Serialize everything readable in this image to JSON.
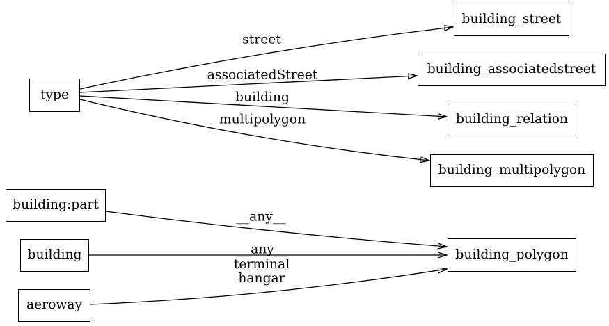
{
  "diagram": {
    "type": "directed-graph",
    "colors": {
      "background": "#ffffff",
      "node_border": "#000000",
      "edge_stroke": "#000000",
      "text": "#000000"
    }
  },
  "nodes": {
    "type": "type",
    "building_street": "building_street",
    "building_associatedstreet": "building_associatedstreet",
    "building_relation": "building_relation",
    "building_multipolygon": "building_multipolygon",
    "building_part": "building:part",
    "building": "building",
    "aeroway": "aeroway",
    "building_polygon": "building_polygon"
  },
  "edge_labels": {
    "street": "street",
    "associatedstreet": "associatedStreet",
    "building": "building",
    "multipolygon": "multipolygon",
    "any_from_building_part": "__any__",
    "any_from_building": "__any__",
    "terminal_hangar": "terminal\nhangar"
  },
  "edges": [
    {
      "from": "type",
      "to": "building_street",
      "label": "street"
    },
    {
      "from": "type",
      "to": "building_associatedstreet",
      "label": "associatedStreet"
    },
    {
      "from": "type",
      "to": "building_relation",
      "label": "building"
    },
    {
      "from": "type",
      "to": "building_multipolygon",
      "label": "multipolygon"
    },
    {
      "from": "building:part",
      "to": "building_polygon",
      "label": "__any__"
    },
    {
      "from": "building",
      "to": "building_polygon",
      "label": "__any__"
    },
    {
      "from": "aeroway",
      "to": "building_polygon",
      "label": "terminal\nhangar"
    }
  ]
}
